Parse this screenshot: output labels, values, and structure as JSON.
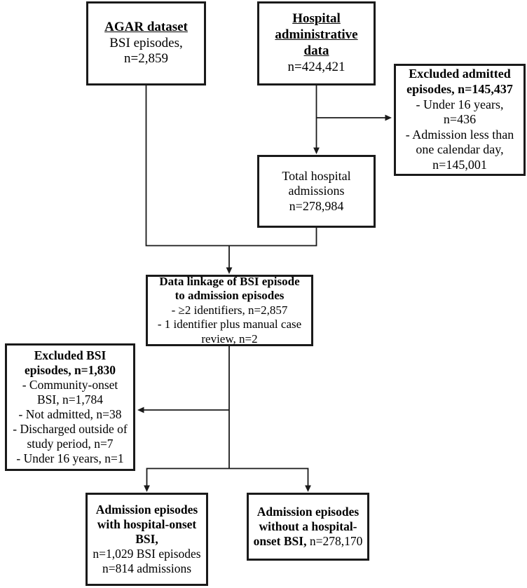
{
  "figure": {
    "type": "flowchart",
    "description": "Study flow diagram of bloodstream infection (BSI) episode linkage to hospital admission data",
    "boxes": {
      "agar": {
        "title": "AGAR dataset",
        "title_underlined": true,
        "lines": [
          "BSI episodes,",
          "n=2,859"
        ]
      },
      "hospital": {
        "title_line1": "Hospital",
        "title_line2": "administrative data",
        "title_underlined": true,
        "lines": [
          "n=424,421"
        ]
      },
      "excluded_admitted": {
        "title_line1": "Excluded admitted",
        "title_line2": "episodes, n=145,437",
        "lines": [
          "- Under 16 years,",
          "n=436",
          "- Admission less than",
          "one calendar day,",
          "n=145,001"
        ]
      },
      "total_admissions": {
        "lines": [
          "Total hospital",
          "admissions",
          "n=278,984"
        ]
      },
      "data_linkage": {
        "title_line1": "Data linkage of BSI episode",
        "title_line2": "to admission episodes",
        "lines": [
          "- ≥2 identifiers, n=2,857",
          "- 1 identifier plus manual case",
          "review, n=2"
        ]
      },
      "excluded_bsi": {
        "title_line1": "Excluded BSI",
        "title_line2": "episodes, n=1,830",
        "lines": [
          "- Community-onset",
          "BSI, n=1,784",
          "- Not admitted, n=38",
          "- Discharged outside of",
          "study period, n=7",
          "- Under 16 years, n=1"
        ]
      },
      "hospital_onset": {
        "title_line1": "Admission episodes",
        "title_line2": "with hospital-onset",
        "title_line3": "BSI,",
        "lines": [
          "n=1,029 BSI episodes",
          "n=814 admissions"
        ]
      },
      "no_hospital_onset": {
        "title_line1": "Admission episodes",
        "title_line2": "without a hospital-",
        "title_line3": "onset BSI,",
        "value": " n=278,170"
      }
    },
    "colors": {
      "stroke": "#1a1a1a",
      "background": "#ffffff",
      "text": "#000000"
    }
  }
}
